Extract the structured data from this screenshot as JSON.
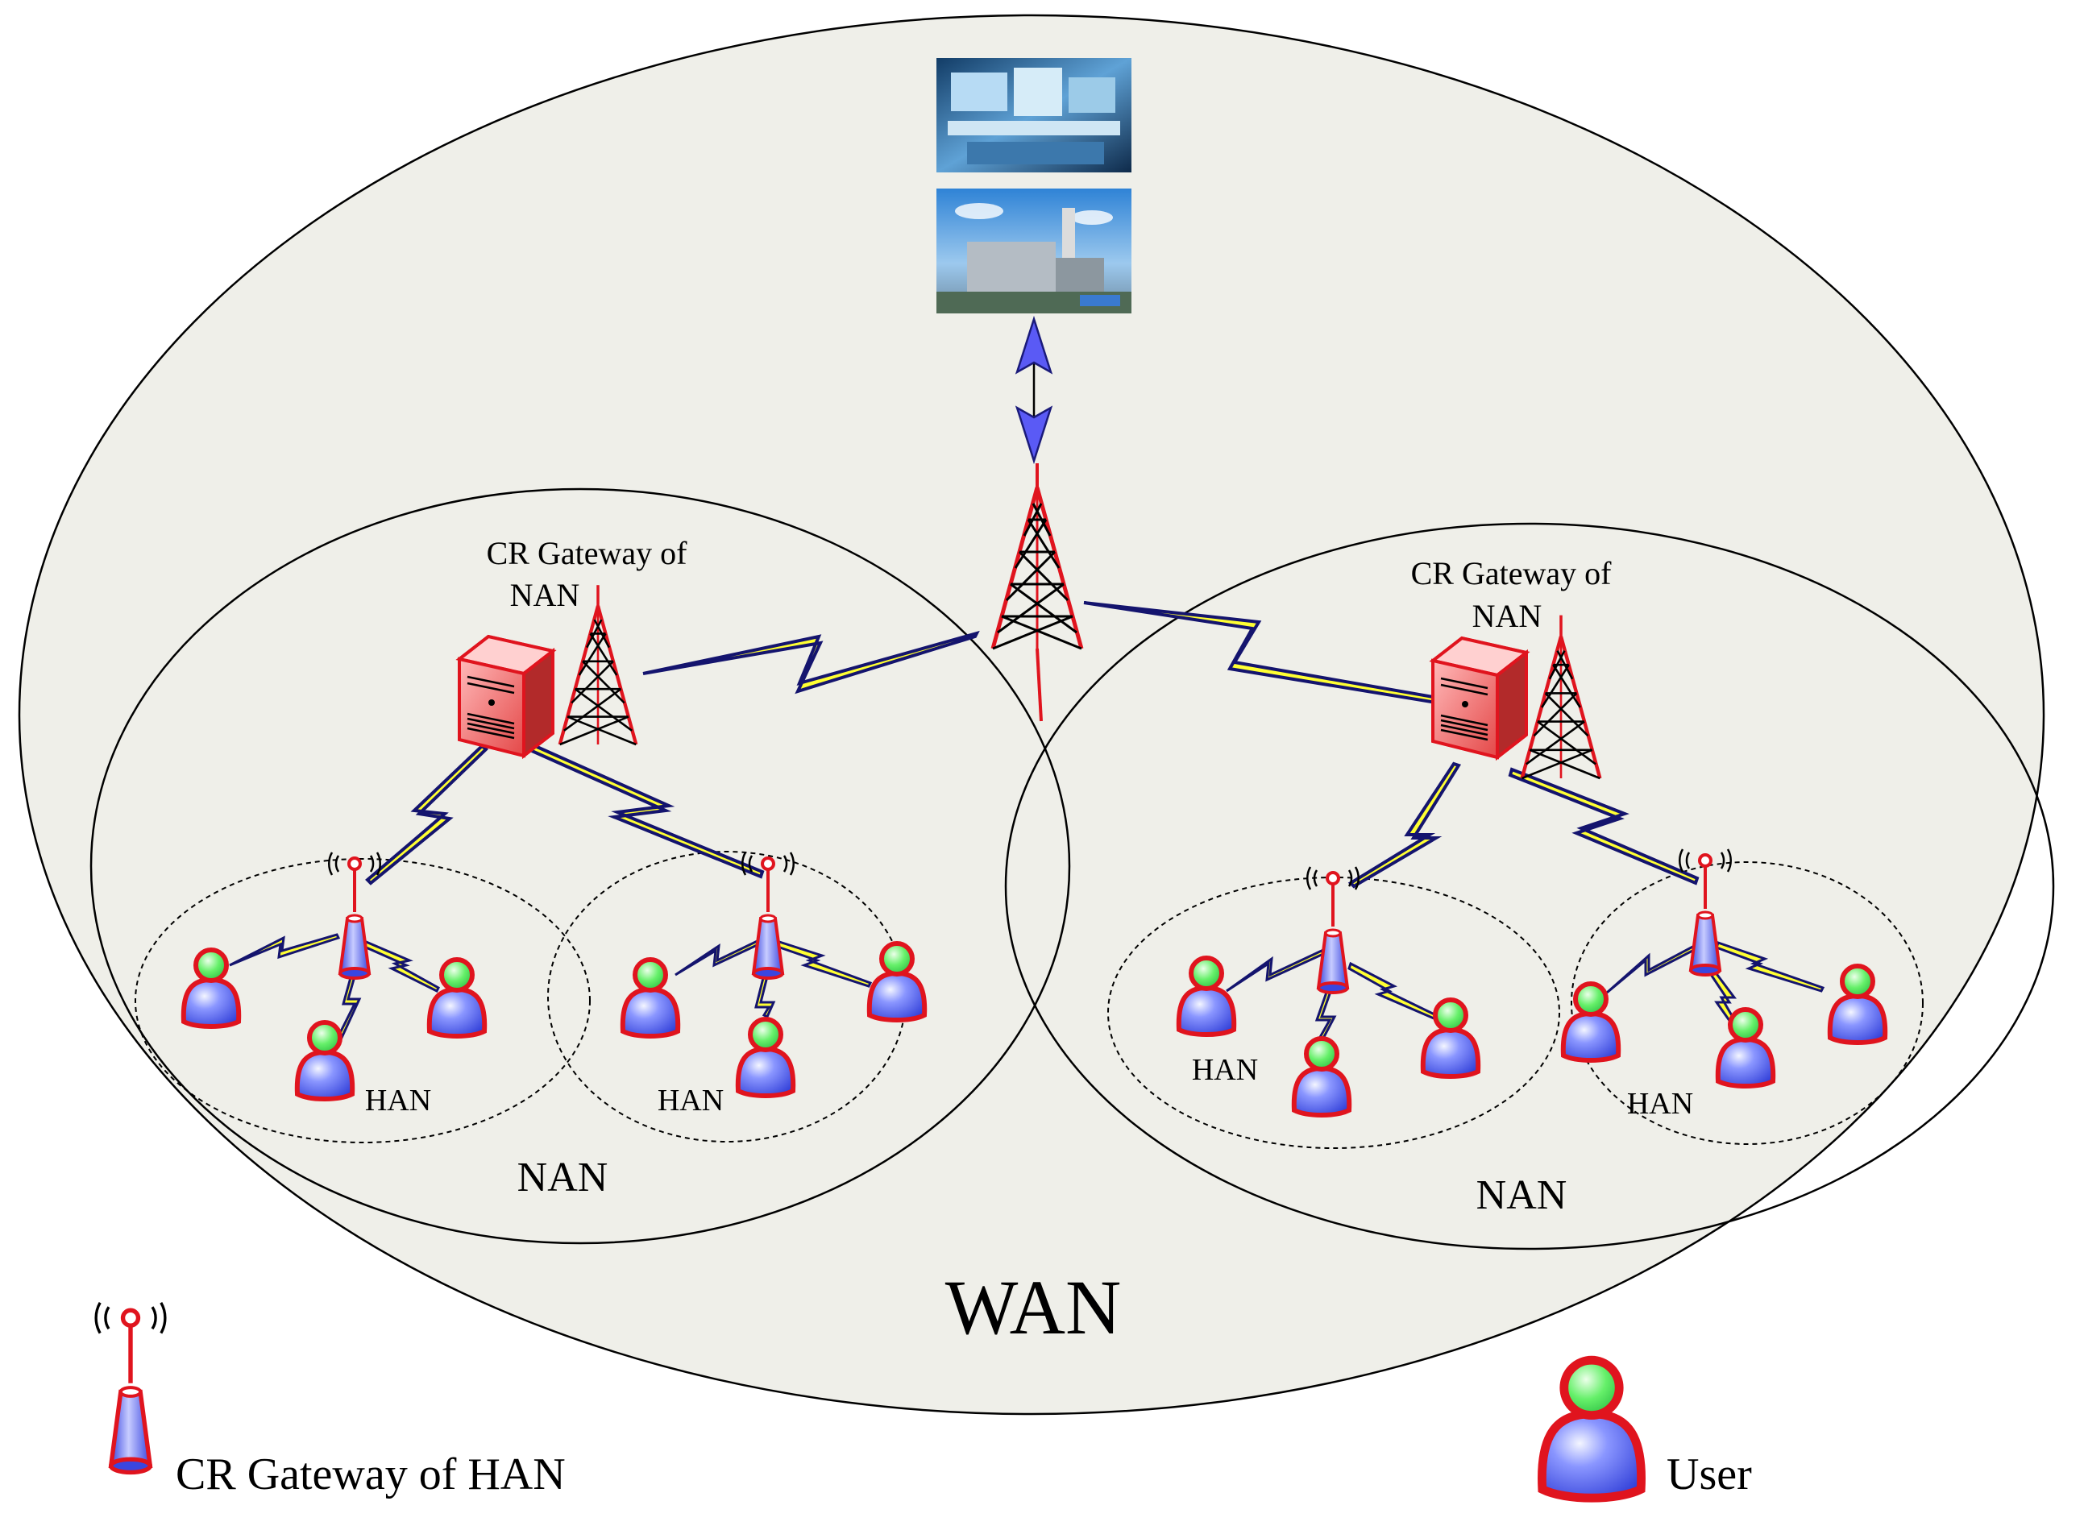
{
  "labels": {
    "wan": "WAN",
    "nan_left": "NAN",
    "nan_right": "NAN",
    "han_1": "HAN",
    "han_2": "HAN",
    "han_3": "HAN",
    "han_4": "HAN",
    "cr_nan_left_line1": "CR Gateway of",
    "cr_nan_left_line2": "NAN",
    "cr_nan_right_line1": "CR Gateway of",
    "cr_nan_right_line2": "NAN"
  },
  "legend": {
    "han_gateway": "CR Gateway of HAN",
    "user": "User"
  },
  "colors": {
    "wan_fill": "#efefe9",
    "link_yellow": "#ffff33",
    "link_navy": "#14146e",
    "accent_red": "#e0141e",
    "user_body": "#4a5cf0",
    "user_head": "#2ee84a"
  },
  "icons": {
    "control_room_photo": "control-room-photo",
    "power_plant_photo": "power-plant-photo",
    "tower": "cell-tower-icon",
    "server": "server-icon",
    "han_gateway": "han-gateway-icon",
    "user": "user-icon"
  }
}
